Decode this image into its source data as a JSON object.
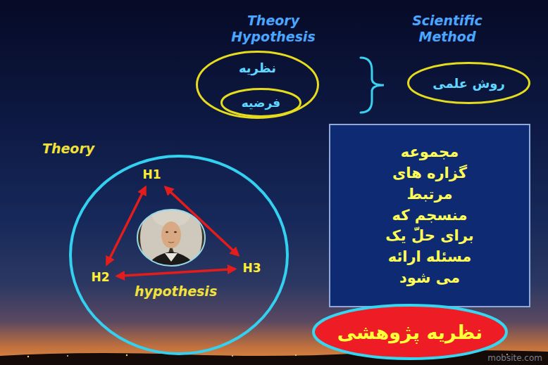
{
  "diagram": {
    "nodes": [
      {
        "text": [
          "نظریه"
        ]
      },
      {
        "text": [
          "فرضیه"
        ],
        "in": 0
      },
      {
        "text": [
          "روش علمی"
        ]
      },
      {
        "text": [
          "Theory"
        ]
      },
      {
        "text": [
          "H1"
        ],
        "in": 3
      },
      {
        "text": [
          "H2"
        ],
        "in": 3
      },
      {
        "text": [
          "H3"
        ],
        "in": 3
      },
      {
        "text": [
          "مجموعه گزاره های مرتبط منسجم که برای حلّ یک مسئله ارائه می شود"
        ]
      },
      {
        "text": [
          "نظریه پژوهشی"
        ]
      }
    ],
    "edges": [
      {
        "from": 4,
        "to": 5,
        "arrow": "both"
      },
      {
        "from": 4,
        "to": 6,
        "arrow": "both"
      },
      {
        "from": 5,
        "to": 6,
        "arrow": "both",
        "label": "hypothesis"
      }
    ],
    "labels": [
      "Theory Hypothesis",
      "Scientific Method",
      "mobsite.com"
    ]
  }
}
